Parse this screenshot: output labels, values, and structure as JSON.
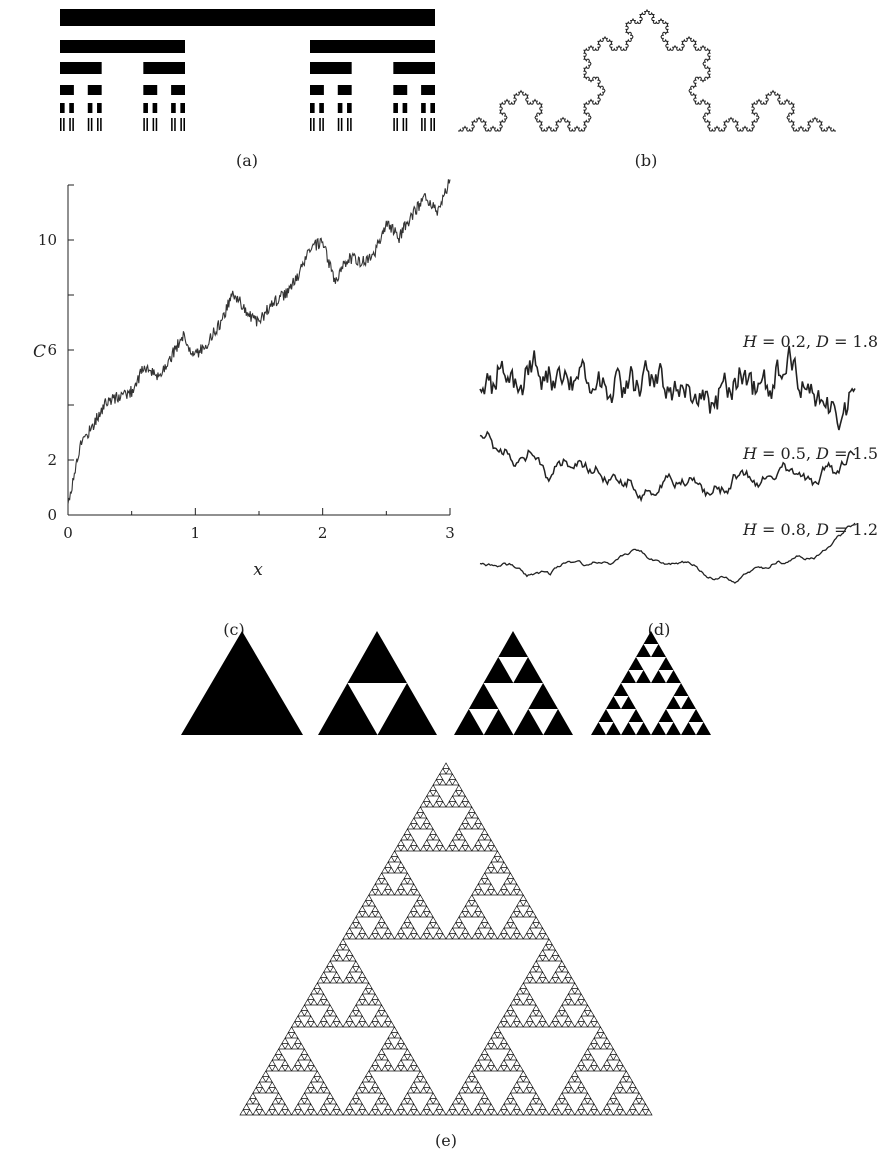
{
  "figure": {
    "panel_labels": [
      "(a)",
      "(b)",
      "(c)",
      "(d)",
      "(e)"
    ]
  },
  "panel_a": {
    "name": "cantor-set",
    "levels": 5
  },
  "panel_b": {
    "name": "koch-curve",
    "iterations": 5
  },
  "panel_c": {
    "name": "cumulative-random-walk"
  },
  "panel_d": {
    "name": "fractional-brownian-traces",
    "annotations": [
      {
        "H_label": "H",
        "H_value": "= 0.2,",
        "D_label": "D",
        "D_value": "= 1.8"
      },
      {
        "H_label": "H",
        "H_value": "= 0.5,",
        "D_label": "D",
        "D_value": "= 1.5"
      },
      {
        "H_label": "H",
        "H_value": "= 0.8,",
        "D_label": "D",
        "D_value": "= 1.2"
      }
    ]
  },
  "panel_e": {
    "name": "sierpinski-triangles",
    "small_iterations": [
      0,
      1,
      2,
      3
    ],
    "large_iterations": 6
  },
  "chart_data": [
    {
      "type": "line",
      "panel": "(c)",
      "title": "",
      "xlabel": "x",
      "ylabel": "C",
      "xlim": [
        0,
        3
      ],
      "ylim": [
        0,
        12
      ],
      "x_ticks": [
        "0",
        "1",
        "2",
        "3"
      ],
      "y_ticks": [
        "0",
        "2",
        "6",
        "10"
      ],
      "grid": false,
      "series": [
        {
          "x": [
            0,
            0.1,
            0.2,
            0.3,
            0.4,
            0.5,
            0.6,
            0.7,
            0.8,
            0.9,
            1.0,
            1.1,
            1.2,
            1.3,
            1.4,
            1.5,
            1.6,
            1.7,
            1.8,
            1.9,
            2.0,
            2.1,
            2.2,
            2.3,
            2.4,
            2.5,
            2.6,
            2.7,
            2.8,
            2.9,
            3.0
          ],
          "values": [
            0.4,
            2.6,
            3.3,
            4.1,
            4.3,
            4.5,
            5.4,
            5.0,
            5.7,
            6.5,
            5.8,
            6.3,
            7.0,
            8.1,
            7.4,
            7.0,
            7.7,
            8.0,
            8.6,
            9.7,
            9.9,
            8.4,
            9.4,
            9.2,
            9.4,
            10.6,
            10.1,
            10.9,
            11.5,
            11.0,
            12.2
          ]
        }
      ]
    },
    {
      "type": "line",
      "panel": "(d)",
      "title": "",
      "xlabel": "",
      "ylabel": "",
      "series": [
        {
          "hurst": 0.2
        },
        {
          "hurst": 0.5
        },
        {
          "hurst": 0.8
        }
      ]
    }
  ]
}
